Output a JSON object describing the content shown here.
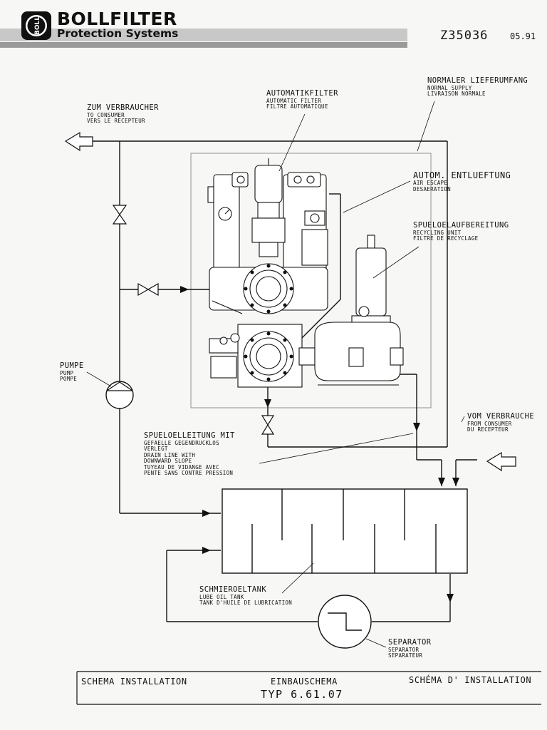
{
  "header": {
    "logo_letters": "BOLL",
    "brand": "BOLLFILTER",
    "subtitle": "Protection Systems",
    "doc_number": "Z35036",
    "doc_date": "05.91"
  },
  "labels": {
    "to_consumer": {
      "de": "ZUM VERBRAUCHER",
      "en": "TO CONSUMER",
      "fr": "VERS LE RECEPTEUR"
    },
    "auto_filter": {
      "de": "AUTOMATIKFILTER",
      "en": "AUTOMATIC FILTER",
      "fr": "FILTRE AUTOMATIQUE"
    },
    "normal_supply": {
      "de": "NORMALER LIEFERUMFANG",
      "en": "NORMAL SUPPLY",
      "fr": "LIVRAISON NORMALE"
    },
    "air_escape": {
      "de": "AUTOM. ENTLUEFTUNG",
      "en": "AIR ESCAPE",
      "fr": "DESAERATION"
    },
    "recycling": {
      "de": "SPUELOELAUFBEREITUNG",
      "en": "RECYCLING UNIT",
      "fr": "FILTRE DE RECYCLAGE"
    },
    "pump": {
      "de": "PUMPE",
      "en": "PUMP",
      "fr": "POMPE"
    },
    "from_consumer": {
      "de": "VOM VERBRAUCHE",
      "en": "FROM CONSUMER",
      "fr": "DU RECEPTEUR"
    },
    "drain_line": {
      "de": "SPUELOELLEITUNG MIT",
      "lines": [
        "GEFAELLE GEGENDRUCKLOS",
        "VERLEGT",
        "DRAIN LINE WITH",
        "DOWNWARD SLOPE",
        "TUYEAU DE VIDANGE AVEC",
        "PENTE SANS CONTRE PRESSION"
      ]
    },
    "lube_tank": {
      "de": "SCHMIEROELTANK",
      "en": "LUBE OIL TANK",
      "fr": "TANK D'HUILE DE LUBRICATION"
    },
    "separator": {
      "de": "SEPARATOR",
      "en": "SEPARATOR",
      "fr": "SEPARATEUR"
    }
  },
  "title_block": {
    "fr": "SCHEMA INSTALLATION",
    "de": "EINBAUSCHEMA",
    "fr2": "SCHÉMA D' INSTALLATION",
    "type": "TYP 6.61.07"
  }
}
